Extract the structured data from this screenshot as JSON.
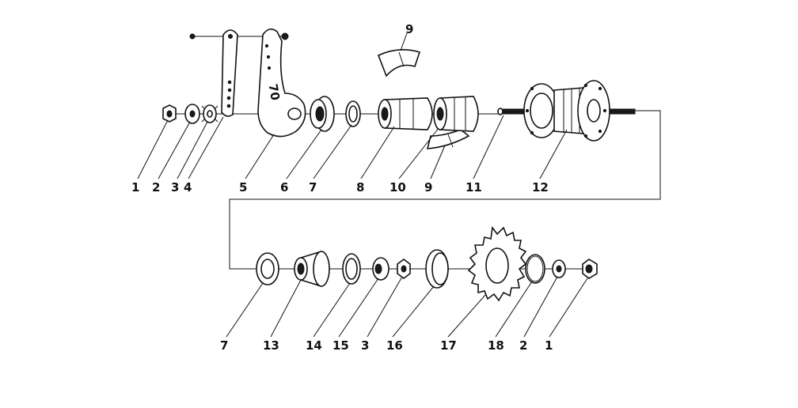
{
  "labels": {
    "top": {
      "l1": "1",
      "l2": "2",
      "l3": "3",
      "l4": "4",
      "l5": "5",
      "l6": "6",
      "l7": "7",
      "l8": "8",
      "l9a": "9",
      "l10": "10",
      "l9b": "9",
      "l11": "11",
      "l12": "12"
    },
    "bottom": {
      "l7": "7",
      "l13": "13",
      "l14": "14",
      "l15": "15",
      "l3": "3",
      "l16": "16",
      "l17": "17",
      "l18": "18",
      "l2": "2",
      "l1": "1"
    }
  },
  "arm_marking": "70",
  "colors": {
    "ink": "#111111",
    "background": "#ffffff"
  }
}
